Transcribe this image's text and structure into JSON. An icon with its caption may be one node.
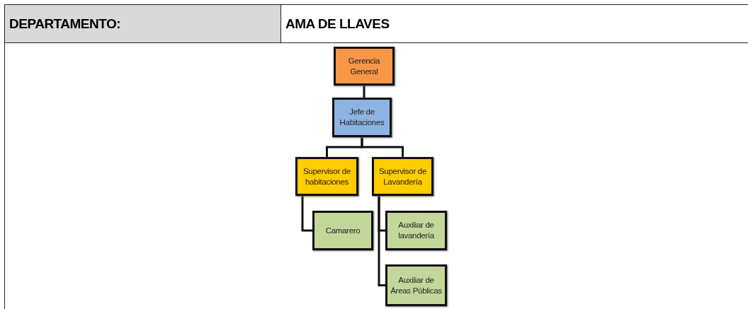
{
  "diagram": {
    "nodes": [
      {
        "text": [
          "Gerencia General"
        ]
      },
      {
        "text": [
          "Jefe de Habitaciones"
        ]
      },
      {
        "text": [
          "Supervisor de habitaciones"
        ]
      },
      {
        "text": [
          "Supervisor de Lavandería"
        ]
      },
      {
        "text": [
          "Camarero"
        ]
      },
      {
        "text": [
          "Auxiliar de lavandería"
        ]
      },
      {
        "text": [
          "Auxiliar de Áreas Públicas"
        ]
      }
    ],
    "edges": [
      {
        "from": 0,
        "to": 1,
        "arrow": "none"
      },
      {
        "from": 1,
        "to": 2,
        "arrow": "none"
      },
      {
        "from": 1,
        "to": 3,
        "arrow": "none"
      },
      {
        "from": 2,
        "to": 4,
        "arrow": "none"
      },
      {
        "from": 3,
        "to": 5,
        "arrow": "none"
      },
      {
        "from": 3,
        "to": 6,
        "arrow": "none"
      }
    ],
    "labels": [
      "DEPARTAMENTO:",
      "AMA DE LLAVES"
    ]
  }
}
